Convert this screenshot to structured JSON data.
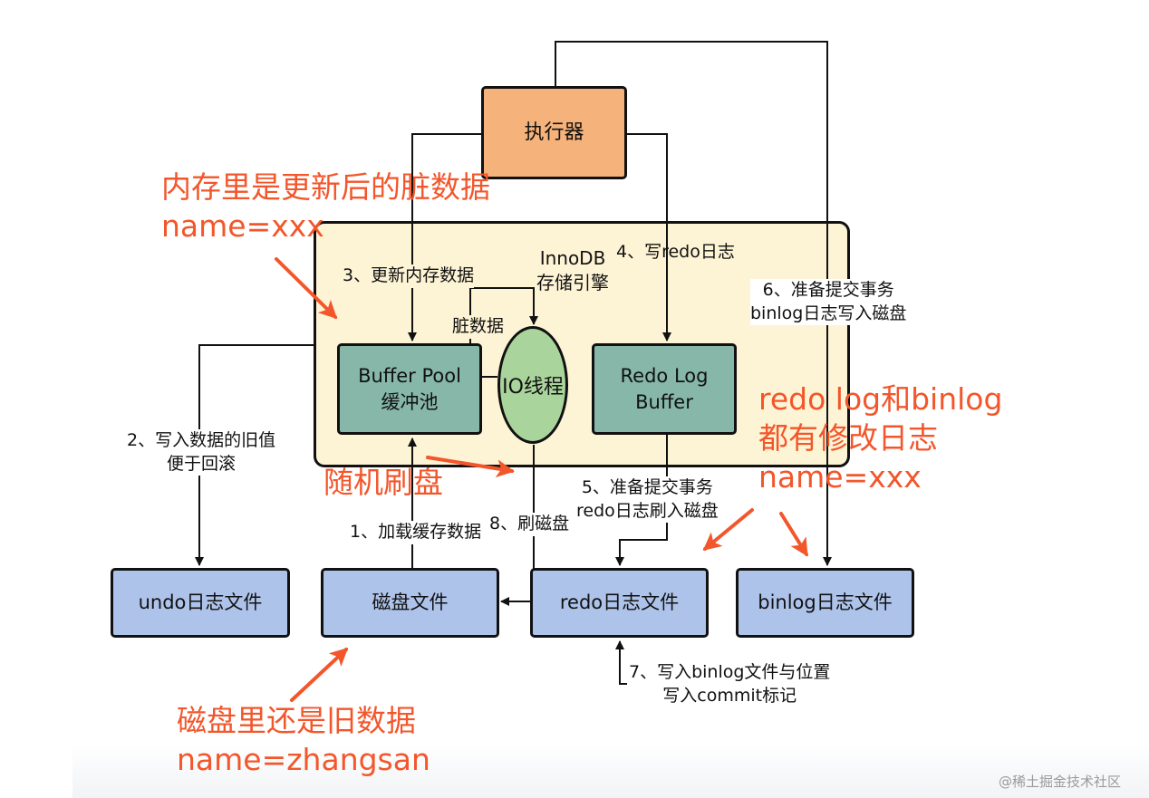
{
  "nodes": {
    "executor": "执行器",
    "engine_label": [
      "InnoDB",
      "存储引擎"
    ],
    "buffer_pool": [
      "Buffer Pool",
      "缓冲池"
    ],
    "io_thread": "IO线程",
    "redo_log_buffer": [
      "Redo Log",
      "Buffer"
    ],
    "undo_file": "undo日志文件",
    "disk_file": "磁盘文件",
    "redo_file": "redo日志文件",
    "binlog_file": "binlog日志文件"
  },
  "edges": {
    "step1": "1、加载缓存数据",
    "step2": [
      "2、写入数据的旧值",
      "便于回滚"
    ],
    "step3": "3、更新内存数据",
    "step4": "4、写redo日志",
    "step5": [
      "5、准备提交事务",
      "redo日志刷入磁盘"
    ],
    "step6": [
      "6、准备提交事务",
      "binlog日志写入磁盘"
    ],
    "step7": [
      "7、写入binlog文件与位置",
      "写入commit标记"
    ],
    "step8": "8、刷磁盘",
    "dirty_data": "脏数据"
  },
  "annotations": {
    "memory": [
      "内存里是更新后的脏数据",
      "name=xxx"
    ],
    "random_flush": "随机刷盘",
    "logs": [
      "redo log和binlog",
      "都有修改日志",
      "name=xxx"
    ],
    "disk": [
      "磁盘里还是旧数据",
      "name=zhangsan"
    ]
  },
  "colors": {
    "annotation": "#f3562b",
    "executor": "#f5b27a",
    "engine": "#fdf3d5",
    "memory_box": "#86b7a8",
    "io_thread": "#a9d49c",
    "file_box": "#aec3ea"
  },
  "watermark": "@稀土掘金技术社区"
}
